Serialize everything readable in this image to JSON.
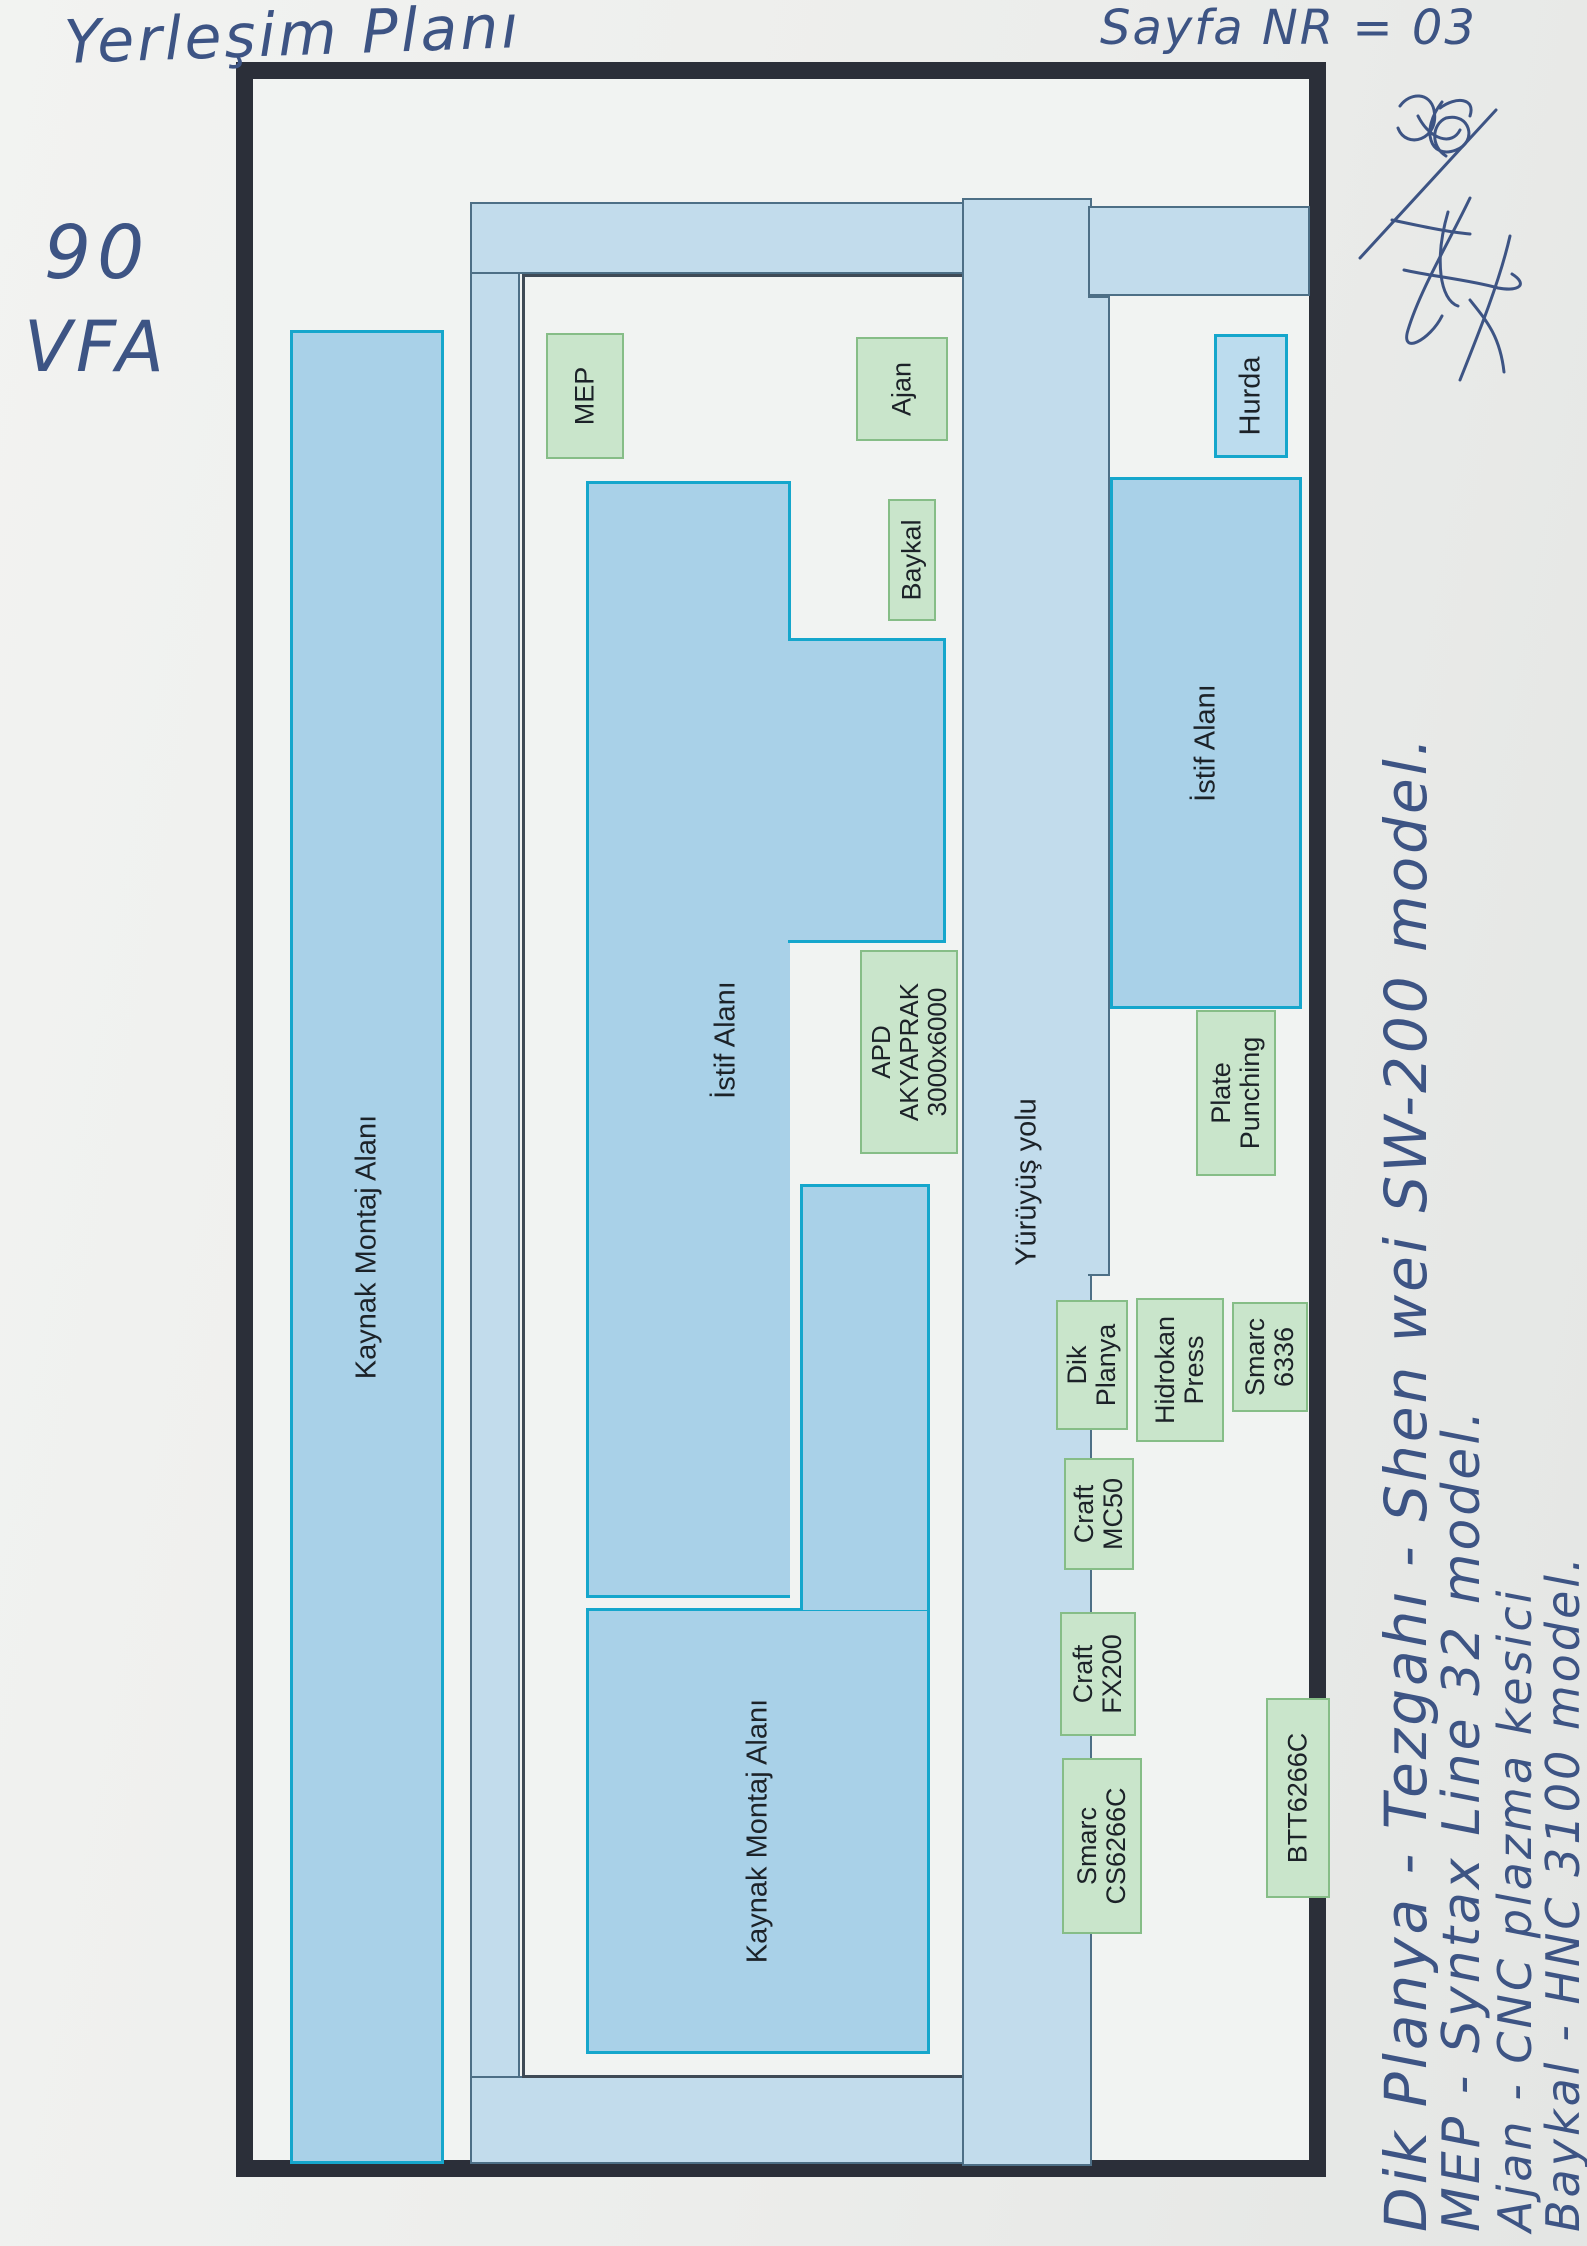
{
  "handwriting": {
    "title": "Yerleşim Planı",
    "page_no": "Sayfa NR = 03",
    "code_top": "90",
    "code_bottom": "VFA",
    "notes": [
      "Dik Planya - Tezgahı - Shen wei SW-200 model.",
      "MEP - Syntax Line 32 model.",
      "Ajan - CNC plazma kesici",
      "Baykal - HNC 3100 model."
    ]
  },
  "zones": {
    "kaynak_1": "Kaynak Montaj Alanı",
    "kaynak_2": "Kaynak Montaj Alanı",
    "istif_1": "İstif Alanı",
    "istif_2": "İstif Alanı",
    "hurda": "Hurda",
    "walkway": "Yürüyüş yolu"
  },
  "machines": {
    "mep": "MEP",
    "ajan": "Ajan",
    "baykal": "Baykal",
    "apd": [
      "APD",
      "AKYAPRAK",
      "3000x6000"
    ],
    "plate": [
      "Plate",
      "Punching"
    ],
    "dik": [
      "Dik",
      "Planya"
    ],
    "hidro": [
      "Hidrokan",
      "Press"
    ],
    "smarc6336": [
      "Smarc",
      "6336"
    ],
    "craft_mc50": [
      "Craft",
      "MC50"
    ],
    "craft_fx200": [
      "Craft",
      "FX200"
    ],
    "smarc_cs": [
      "Smarc",
      "CS6266C"
    ],
    "btt": "BTT6266C"
  },
  "colors": {
    "zone_fill": "#a9d1e8",
    "zone_border": "#15a6cc",
    "machine_fill": "#c9e5cb",
    "frame": "#2b2f39",
    "ink": "#3d5484"
  }
}
